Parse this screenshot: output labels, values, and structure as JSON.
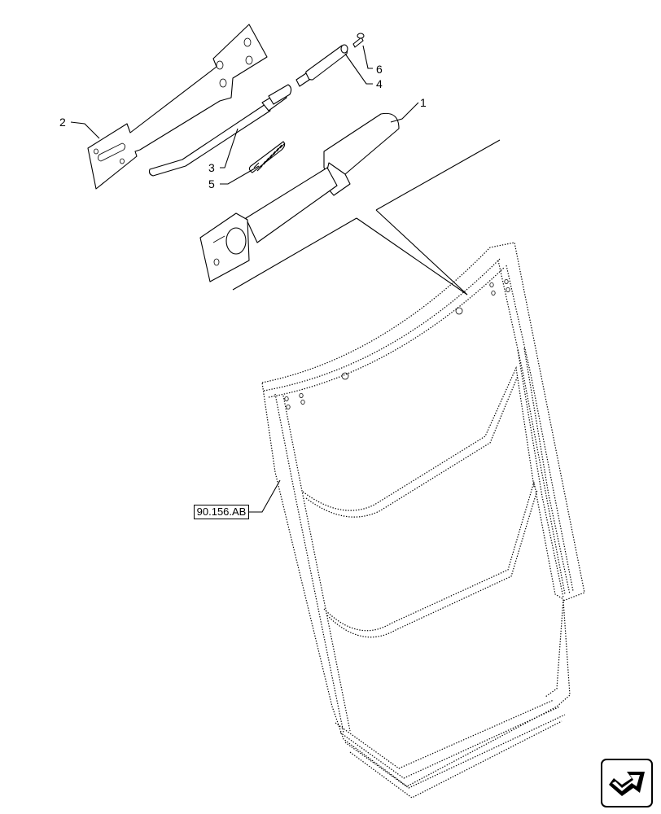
{
  "callouts": {
    "c1": "1",
    "c2": "2",
    "c3": "3",
    "c4": "4",
    "c5": "5",
    "c6": "6"
  },
  "reference": {
    "label": "90.156.AB"
  },
  "navigation": {
    "icon": "next-page-arrow-icon"
  }
}
